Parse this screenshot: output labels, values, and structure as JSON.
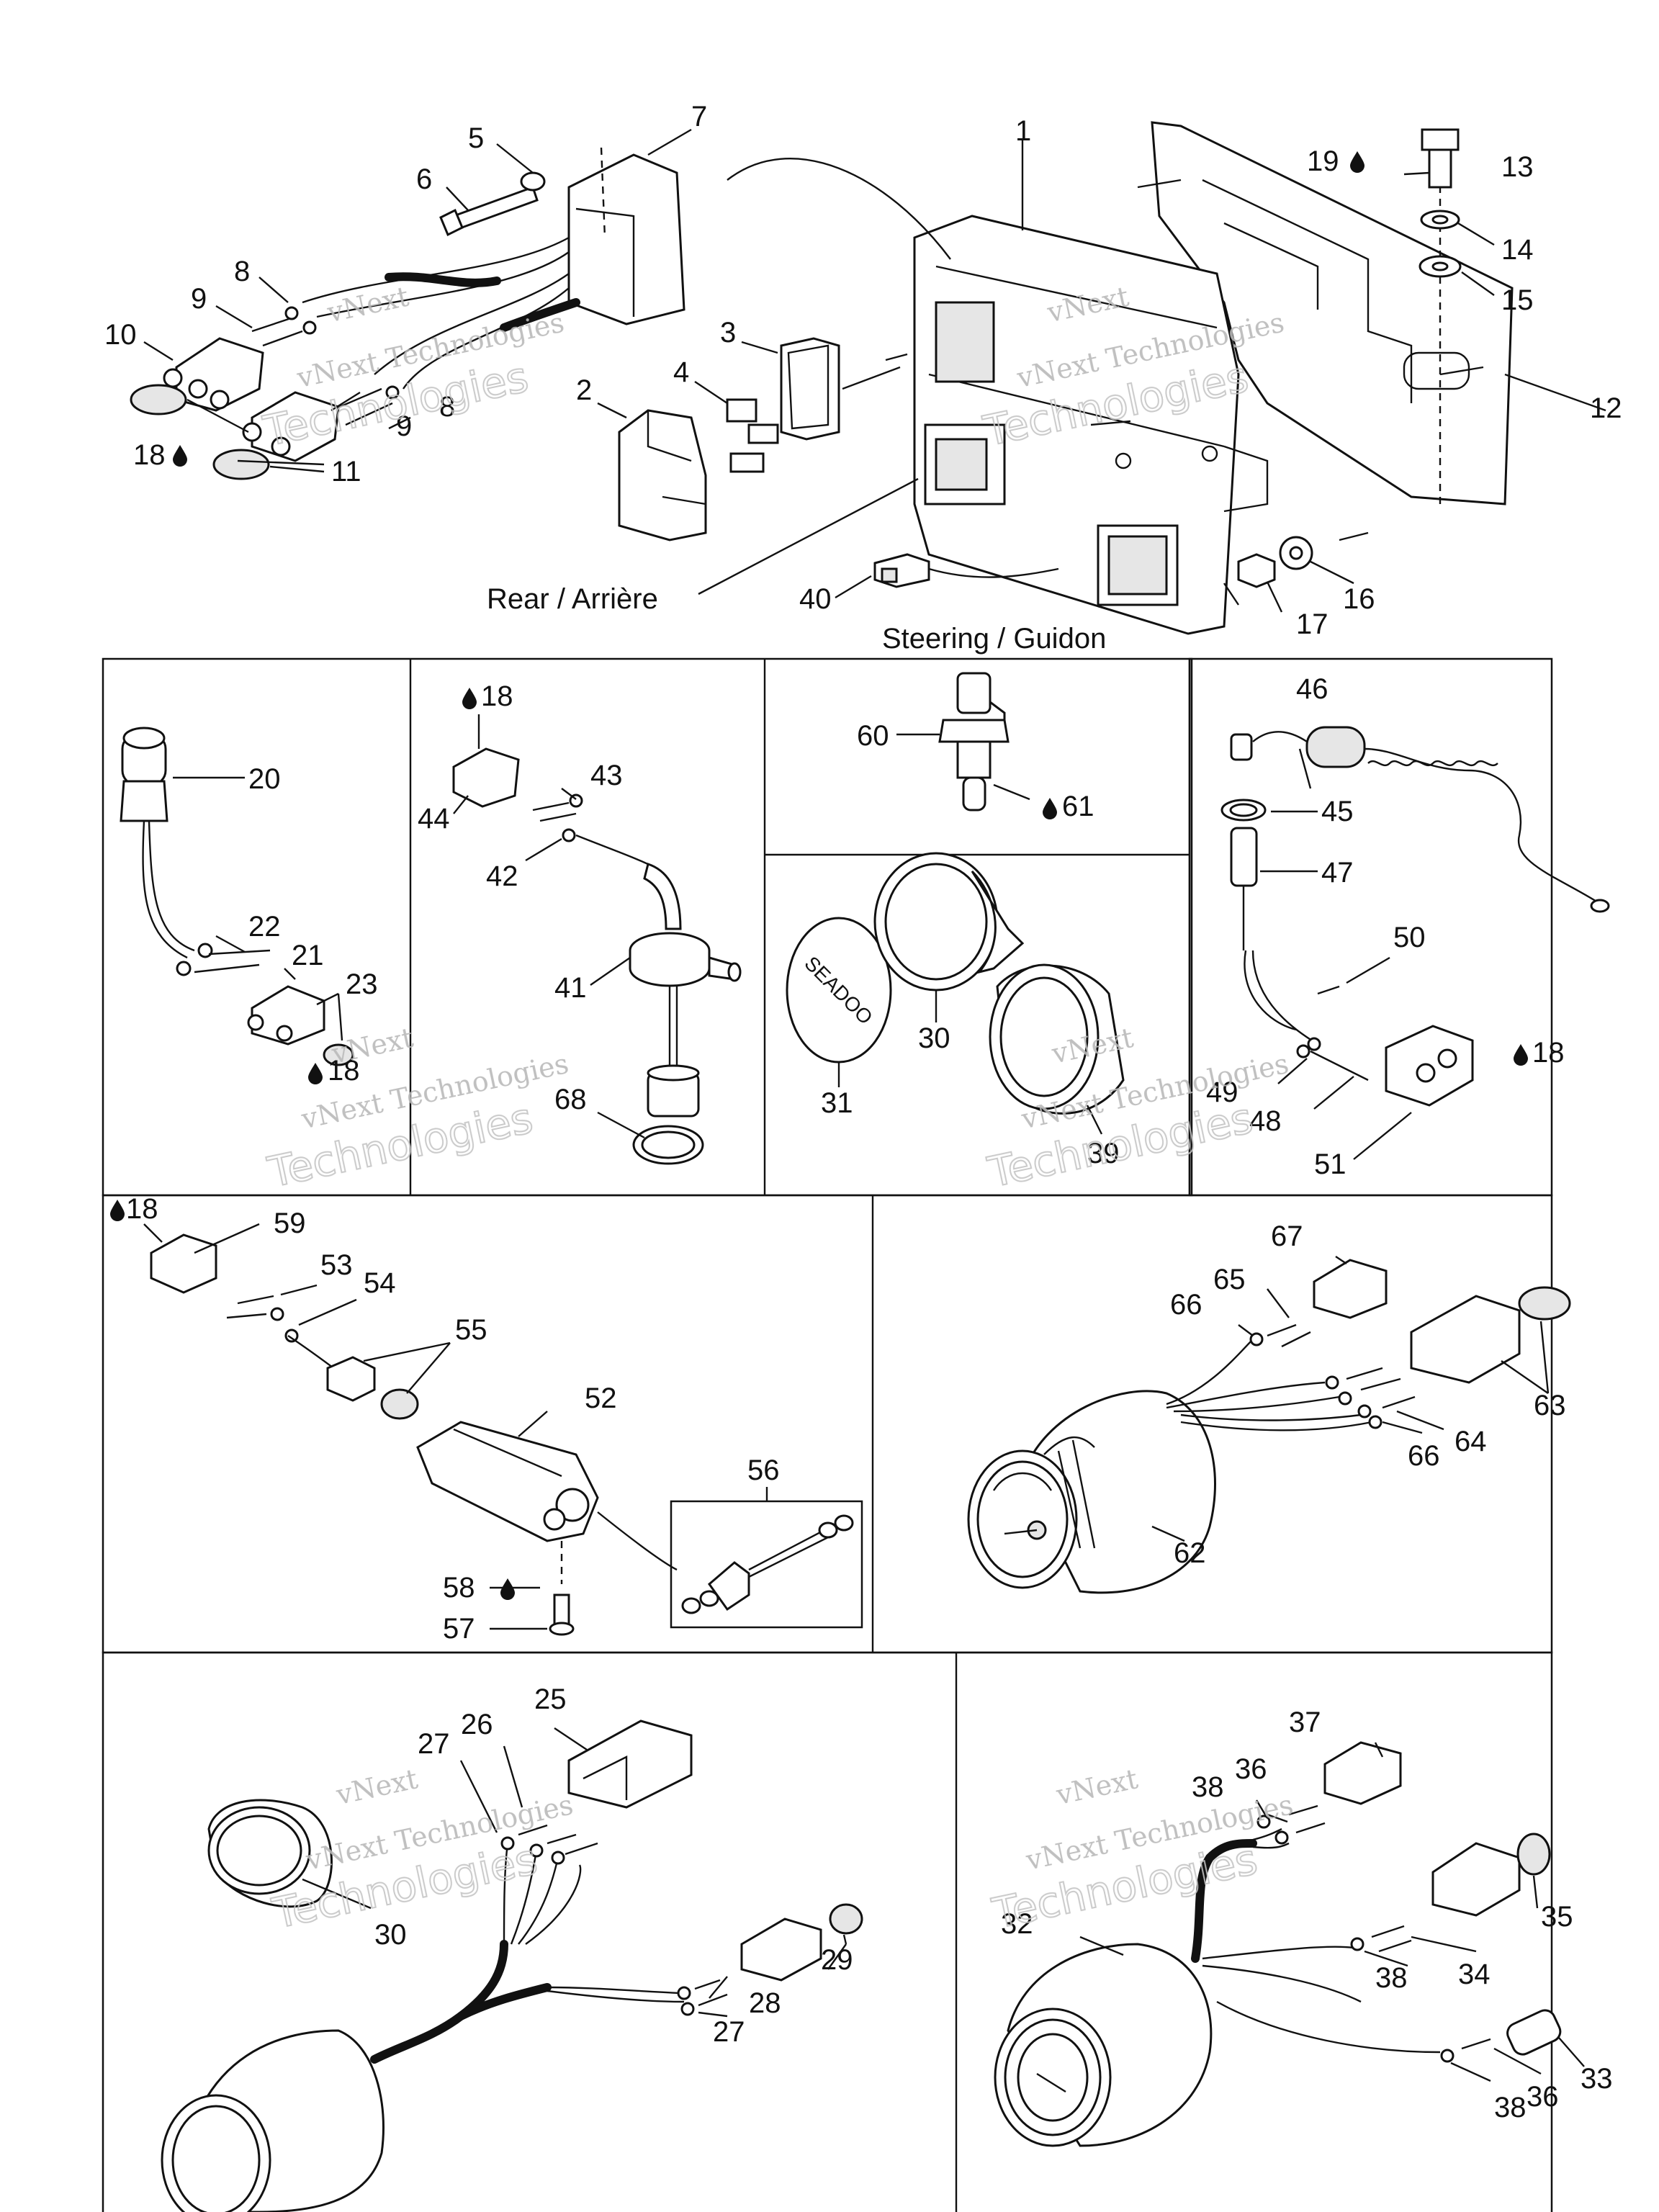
{
  "captions": {
    "rear": "Rear / Arrière",
    "steering": "Steering / Guidon"
  },
  "watermark": {
    "line1": "vNext",
    "line2": "vNext Technologies",
    "line3": "Technologies"
  },
  "drop_icon": "oil-drop-icon",
  "labels": {
    "p1": "1",
    "p2": "2",
    "p3": "3",
    "p4": "4",
    "p5": "5",
    "p6": "6",
    "p7": "7",
    "p8a": "8",
    "p8b": "8",
    "p9a": "9",
    "p9b": "9",
    "p10": "10",
    "p11": "11",
    "p12": "12",
    "p13": "13",
    "p14": "14",
    "p15": "15",
    "p16": "16",
    "p17": "17",
    "p18a": "18",
    "p19": "19",
    "p40": "40",
    "p20": "20",
    "p21": "21",
    "p22": "22",
    "p23": "23",
    "p18b": "18",
    "p18c": "18",
    "p41": "41",
    "p42": "42",
    "p43": "43",
    "p44": "44",
    "p68": "68",
    "p60": "60",
    "p61": "61",
    "p30a": "30",
    "p31": "31",
    "p39": "39",
    "p45": "45",
    "p46": "46",
    "p47": "47",
    "p48": "48",
    "p49": "49",
    "p50": "50",
    "p51": "51",
    "p18d": "18",
    "p18e": "18",
    "p52": "52",
    "p53": "53",
    "p54": "54",
    "p55": "55",
    "p56": "56",
    "p57": "57",
    "p58": "58",
    "p59": "59",
    "p62": "62",
    "p63": "63",
    "p64": "64",
    "p65": "65",
    "p66a": "66",
    "p66b": "66",
    "p67": "67",
    "p25": "25",
    "p26": "26",
    "p27a": "27",
    "p27b": "27",
    "p28": "28",
    "p29": "29",
    "p30b": "30",
    "p32": "32",
    "p33": "33",
    "p34": "34",
    "p35": "35",
    "p36a": "36",
    "p36b": "36",
    "p37": "37",
    "p38a": "38",
    "p38b": "38",
    "p38c": "38"
  },
  "gauge_logo": "SEADOO"
}
